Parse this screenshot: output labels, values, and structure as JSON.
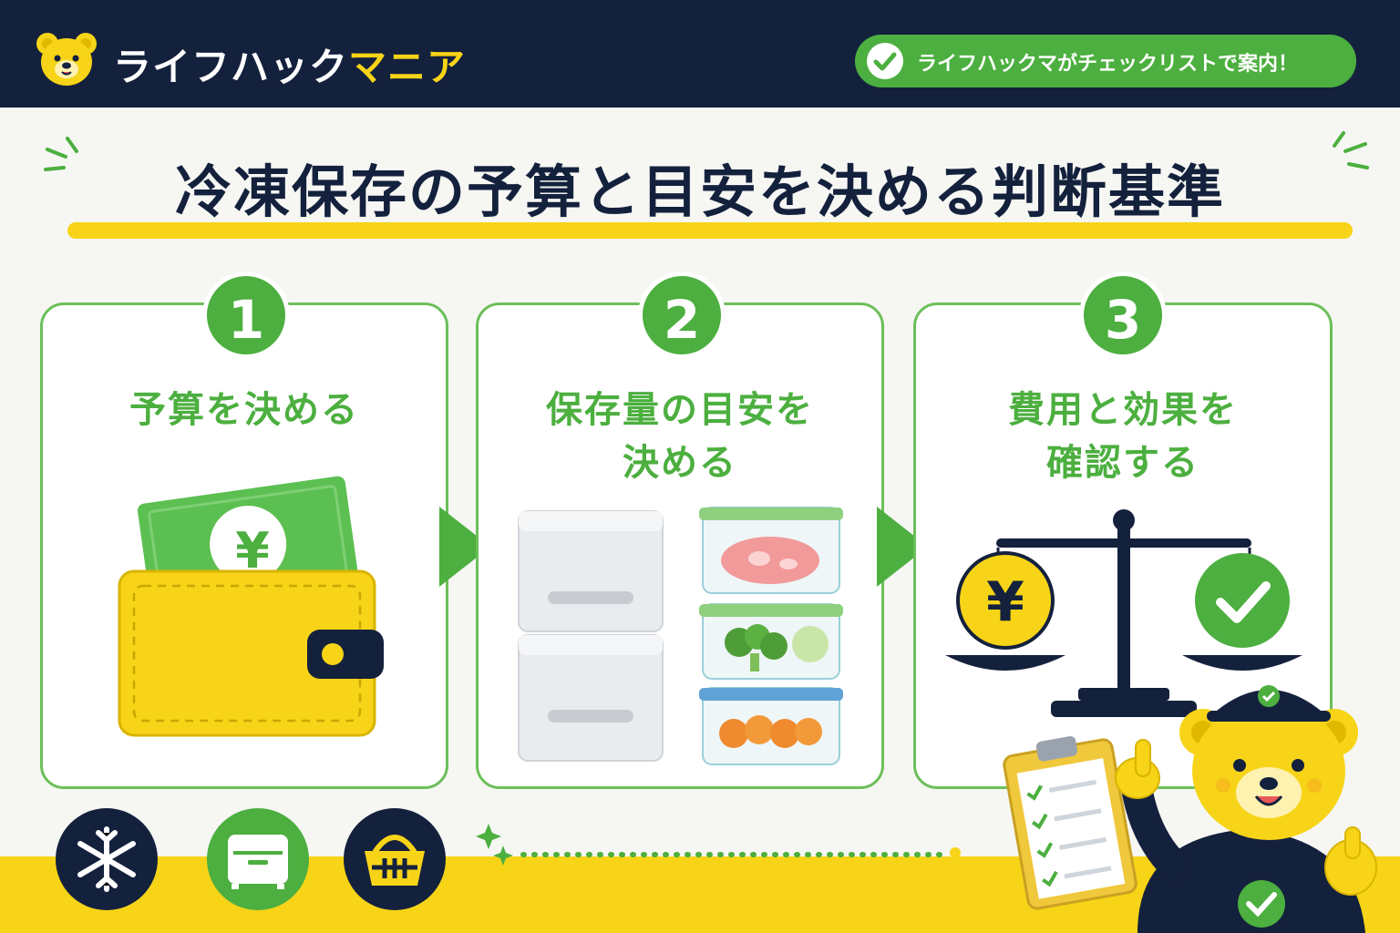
{
  "header": {
    "brand_part1": "ライフハック",
    "brand_part2": "マニア",
    "badge_text": "ライフハックマがチェックリストで案内！"
  },
  "title": "冷凍保存の予算と目安を決める判断基準",
  "steps": [
    {
      "number": "1",
      "label_line1": "予算を決める",
      "label_line2": "",
      "icon": "wallet-yen-icon"
    },
    {
      "number": "2",
      "label_line1": "保存量の目安を",
      "label_line2": "決める",
      "icon": "freezer-containers-icon"
    },
    {
      "number": "3",
      "label_line1": "費用と効果を",
      "label_line2": "確認する",
      "icon": "balance-scale-icon"
    }
  ],
  "wallet_symbol": "¥",
  "scale_symbol": "¥",
  "bottom_icons": [
    "snowflake-icon",
    "freezer-icon",
    "basket-icon"
  ],
  "colors": {
    "navy": "#14213d",
    "green": "#4caf3f",
    "yellow": "#f7d417",
    "background": "#f6f6f3"
  }
}
